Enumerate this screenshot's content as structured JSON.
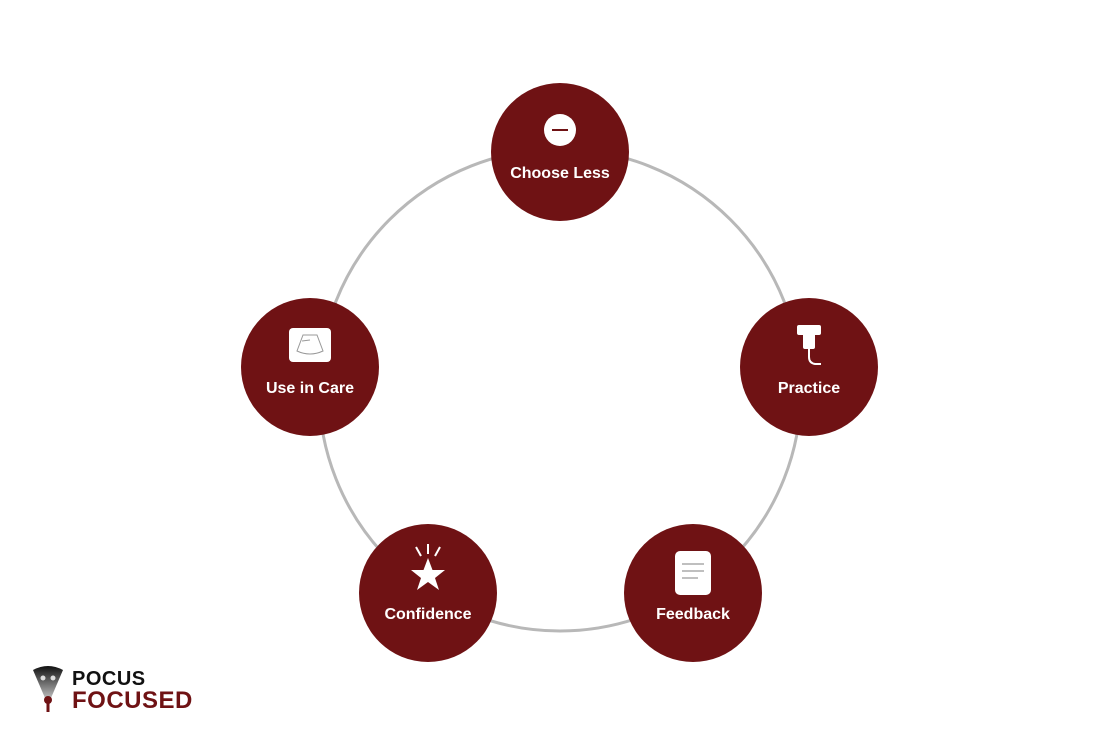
{
  "accent_color": "#6f1214",
  "ring_color": "#b8b8b8",
  "nodes": [
    {
      "label": "Choose Less",
      "icon": "minus-circle-icon"
    },
    {
      "label": "Practice",
      "icon": "ultrasound-probe-icon"
    },
    {
      "label": "Feedback",
      "icon": "document-icon"
    },
    {
      "label": "Confidence",
      "icon": "star-burst-icon"
    },
    {
      "label": "Use in Care",
      "icon": "ultrasound-image-icon"
    }
  ],
  "logo": {
    "line1": "POCUS",
    "line2": "FOCUSED"
  }
}
